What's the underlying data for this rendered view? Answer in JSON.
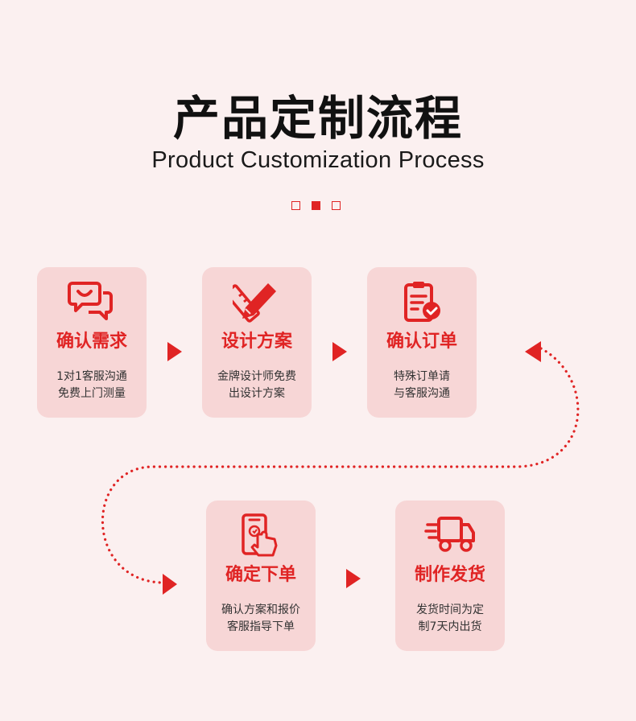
{
  "header": {
    "title": "产品定制流程",
    "subtitle": "Product Customization Process"
  },
  "accent_color": "#e02424",
  "steps": [
    {
      "icon": "chat-bubbles-icon",
      "title": "确认需求",
      "desc_line1": "1对1客服沟通",
      "desc_line2": "免费上门测量"
    },
    {
      "icon": "ruler-pencil-icon",
      "title": "设计方案",
      "desc_line1": "金牌设计师免费",
      "desc_line2": "出设计方案"
    },
    {
      "icon": "clipboard-check-icon",
      "title": "确认订单",
      "desc_line1": "特殊订单请",
      "desc_line2": "与客服沟通"
    },
    {
      "icon": "phone-tap-icon",
      "title": "确定下单",
      "desc_line1": "确认方案和报价",
      "desc_line2": "客服指导下单"
    },
    {
      "icon": "delivery-truck-icon",
      "title": "制作发货",
      "desc_line1": "发货时间为定",
      "desc_line2": "制7天内出货"
    }
  ]
}
